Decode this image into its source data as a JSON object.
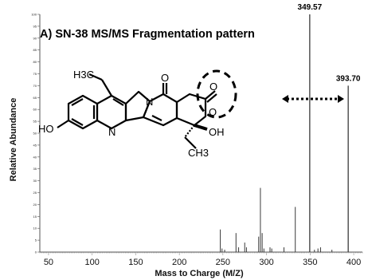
{
  "chart_data": {
    "type": "bar",
    "title": "A) SN-38 MS/MS Fragmentation pattern",
    "xlabel": "Mass to Charge (M/Z)",
    "ylabel": "Relative Abundance",
    "xlim": [
      40,
      410
    ],
    "ylim": [
      0,
      100
    ],
    "x_ticks": [
      50,
      100,
      150,
      200,
      250,
      300,
      350,
      400
    ],
    "y_ticks": [
      0,
      5,
      10,
      15,
      20,
      25,
      30,
      35,
      40,
      45,
      50,
      55,
      60,
      65,
      70,
      75,
      80,
      85,
      90,
      95,
      100
    ],
    "grid": false,
    "peaks": [
      {
        "mz": 247,
        "rel": 9.5
      },
      {
        "mz": 249,
        "rel": 1.5
      },
      {
        "mz": 252,
        "rel": 1
      },
      {
        "mz": 265,
        "rel": 8
      },
      {
        "mz": 268,
        "rel": 2
      },
      {
        "mz": 275,
        "rel": 4
      },
      {
        "mz": 277,
        "rel": 2
      },
      {
        "mz": 291,
        "rel": 6.5
      },
      {
        "mz": 293,
        "rel": 27
      },
      {
        "mz": 295,
        "rel": 8
      },
      {
        "mz": 297,
        "rel": 1.5
      },
      {
        "mz": 304,
        "rel": 2
      },
      {
        "mz": 306,
        "rel": 1.5
      },
      {
        "mz": 320,
        "rel": 2
      },
      {
        "mz": 333,
        "rel": 19
      },
      {
        "mz": 349.57,
        "rel": 100
      },
      {
        "mz": 355,
        "rel": 1
      },
      {
        "mz": 359,
        "rel": 1.5
      },
      {
        "mz": 362,
        "rel": 2
      },
      {
        "mz": 375,
        "rel": 1
      },
      {
        "mz": 393.7,
        "rel": 70
      }
    ],
    "peak_labels": [
      {
        "mz": 349.57,
        "text": "349.57"
      },
      {
        "mz": 393.7,
        "text": "393.70"
      }
    ],
    "annotation": "double-headed arrow between 349.57 and 393.70"
  },
  "structure": {
    "name": "SN-38",
    "labels": {
      "ethyl": "H3C",
      "hydroxy_left": "HO",
      "nitrogen_ring": "N",
      "nitrogen_top": "N",
      "keto_o": "O",
      "lactone_o1": "O",
      "lactone_o2": "O",
      "oh": "OH",
      "ch3": "CH3"
    }
  },
  "colors": {
    "peak": "#3a3a3a",
    "axis": "#555555",
    "text": "#000000"
  }
}
